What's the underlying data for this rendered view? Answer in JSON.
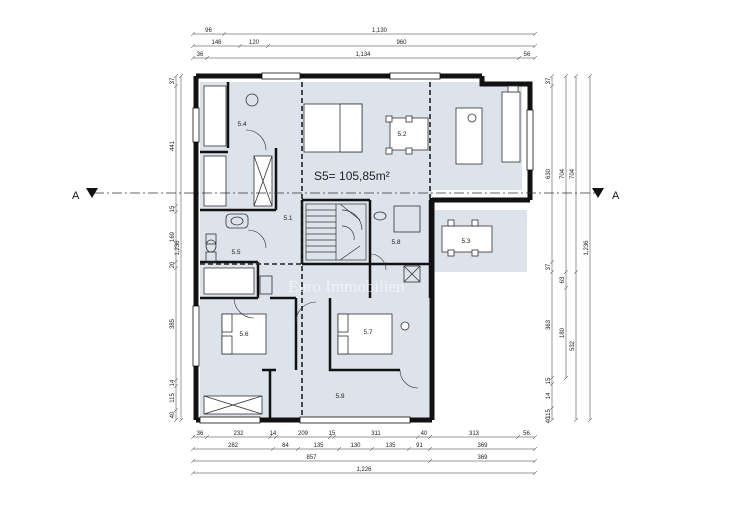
{
  "floor_area": {
    "label": "S5= 105,85m²"
  },
  "section": {
    "left": "A",
    "right": "A"
  },
  "watermark": "Euro Immobilien",
  "rooms": [
    {
      "id": "5.1",
      "label": "5.1"
    },
    {
      "id": "5.2",
      "label": "5.2"
    },
    {
      "id": "5.3",
      "label": "5.3"
    },
    {
      "id": "5.4",
      "label": "5.4"
    },
    {
      "id": "5.5",
      "label": "5.5"
    },
    {
      "id": "5.6",
      "label": "5.6"
    },
    {
      "id": "5.7",
      "label": "5.7"
    },
    {
      "id": "5.8",
      "label": "5.8"
    },
    {
      "id": "5.9",
      "label": "5.9"
    }
  ],
  "dimensions": {
    "top_row1": [
      "96",
      "1,130"
    ],
    "top_row2": [
      "146",
      "120",
      "960"
    ],
    "top_row3": [
      "36",
      "1,134",
      "56"
    ],
    "bottom_row1": [
      "36",
      "232",
      "14",
      "209",
      "15",
      "311",
      "40",
      "313",
      "56"
    ],
    "bottom_row2": [
      "282",
      "84",
      "135",
      "130",
      "135",
      "91",
      "369"
    ],
    "bottom_row3": [
      "857",
      "369"
    ],
    "bottom_row4": [
      "1,226"
    ],
    "left_col": [
      "37",
      "441",
      "15",
      "169",
      "20",
      "385",
      "14",
      "115",
      "40",
      "1,236"
    ],
    "right_col1": [
      "37",
      "630",
      "37",
      "363",
      "15",
      "14",
      "115",
      "40"
    ],
    "right_col2": [
      "704",
      "63",
      "180"
    ],
    "right_col3": [
      "704",
      "532"
    ],
    "right_col4": [
      "1,236"
    ]
  }
}
